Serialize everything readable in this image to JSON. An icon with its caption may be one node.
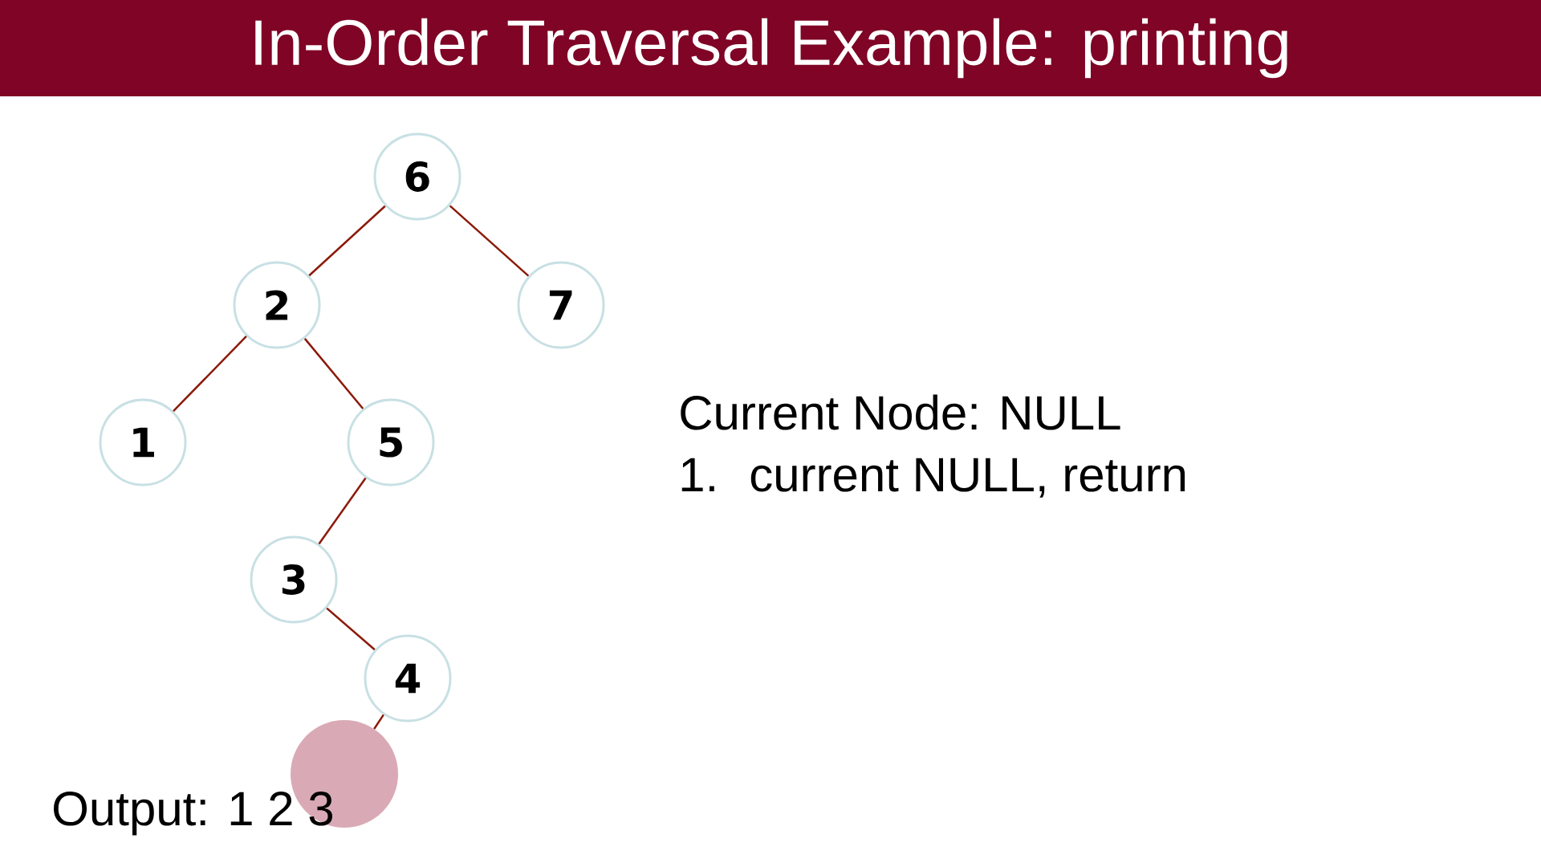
{
  "diagram": {
    "title": "In-Order Traversal Example: printing",
    "nodes": [
      {
        "text": [
          "6"
        ]
      },
      {
        "text": [
          "2"
        ]
      },
      {
        "text": [
          "7"
        ]
      },
      {
        "text": [
          "1"
        ]
      },
      {
        "text": [
          "5"
        ]
      },
      {
        "text": [
          "3"
        ]
      },
      {
        "text": [
          "4"
        ]
      },
      {
        "text": [],
        "shape": "circle"
      }
    ],
    "edges": [
      {
        "from": 0,
        "to": 1,
        "arrow": "none"
      },
      {
        "from": 0,
        "to": 2,
        "arrow": "none"
      },
      {
        "from": 1,
        "to": 3,
        "arrow": "none"
      },
      {
        "from": 1,
        "to": 4,
        "arrow": "none"
      },
      {
        "from": 4,
        "to": 5,
        "arrow": "none"
      },
      {
        "from": 5,
        "to": 6,
        "arrow": "none"
      },
      {
        "from": 6,
        "to": 7,
        "arrow": "none"
      }
    ],
    "labels": [
      "Current Node: NULL",
      "1.",
      "current NULL, return",
      "Output: 1 2 3"
    ]
  }
}
